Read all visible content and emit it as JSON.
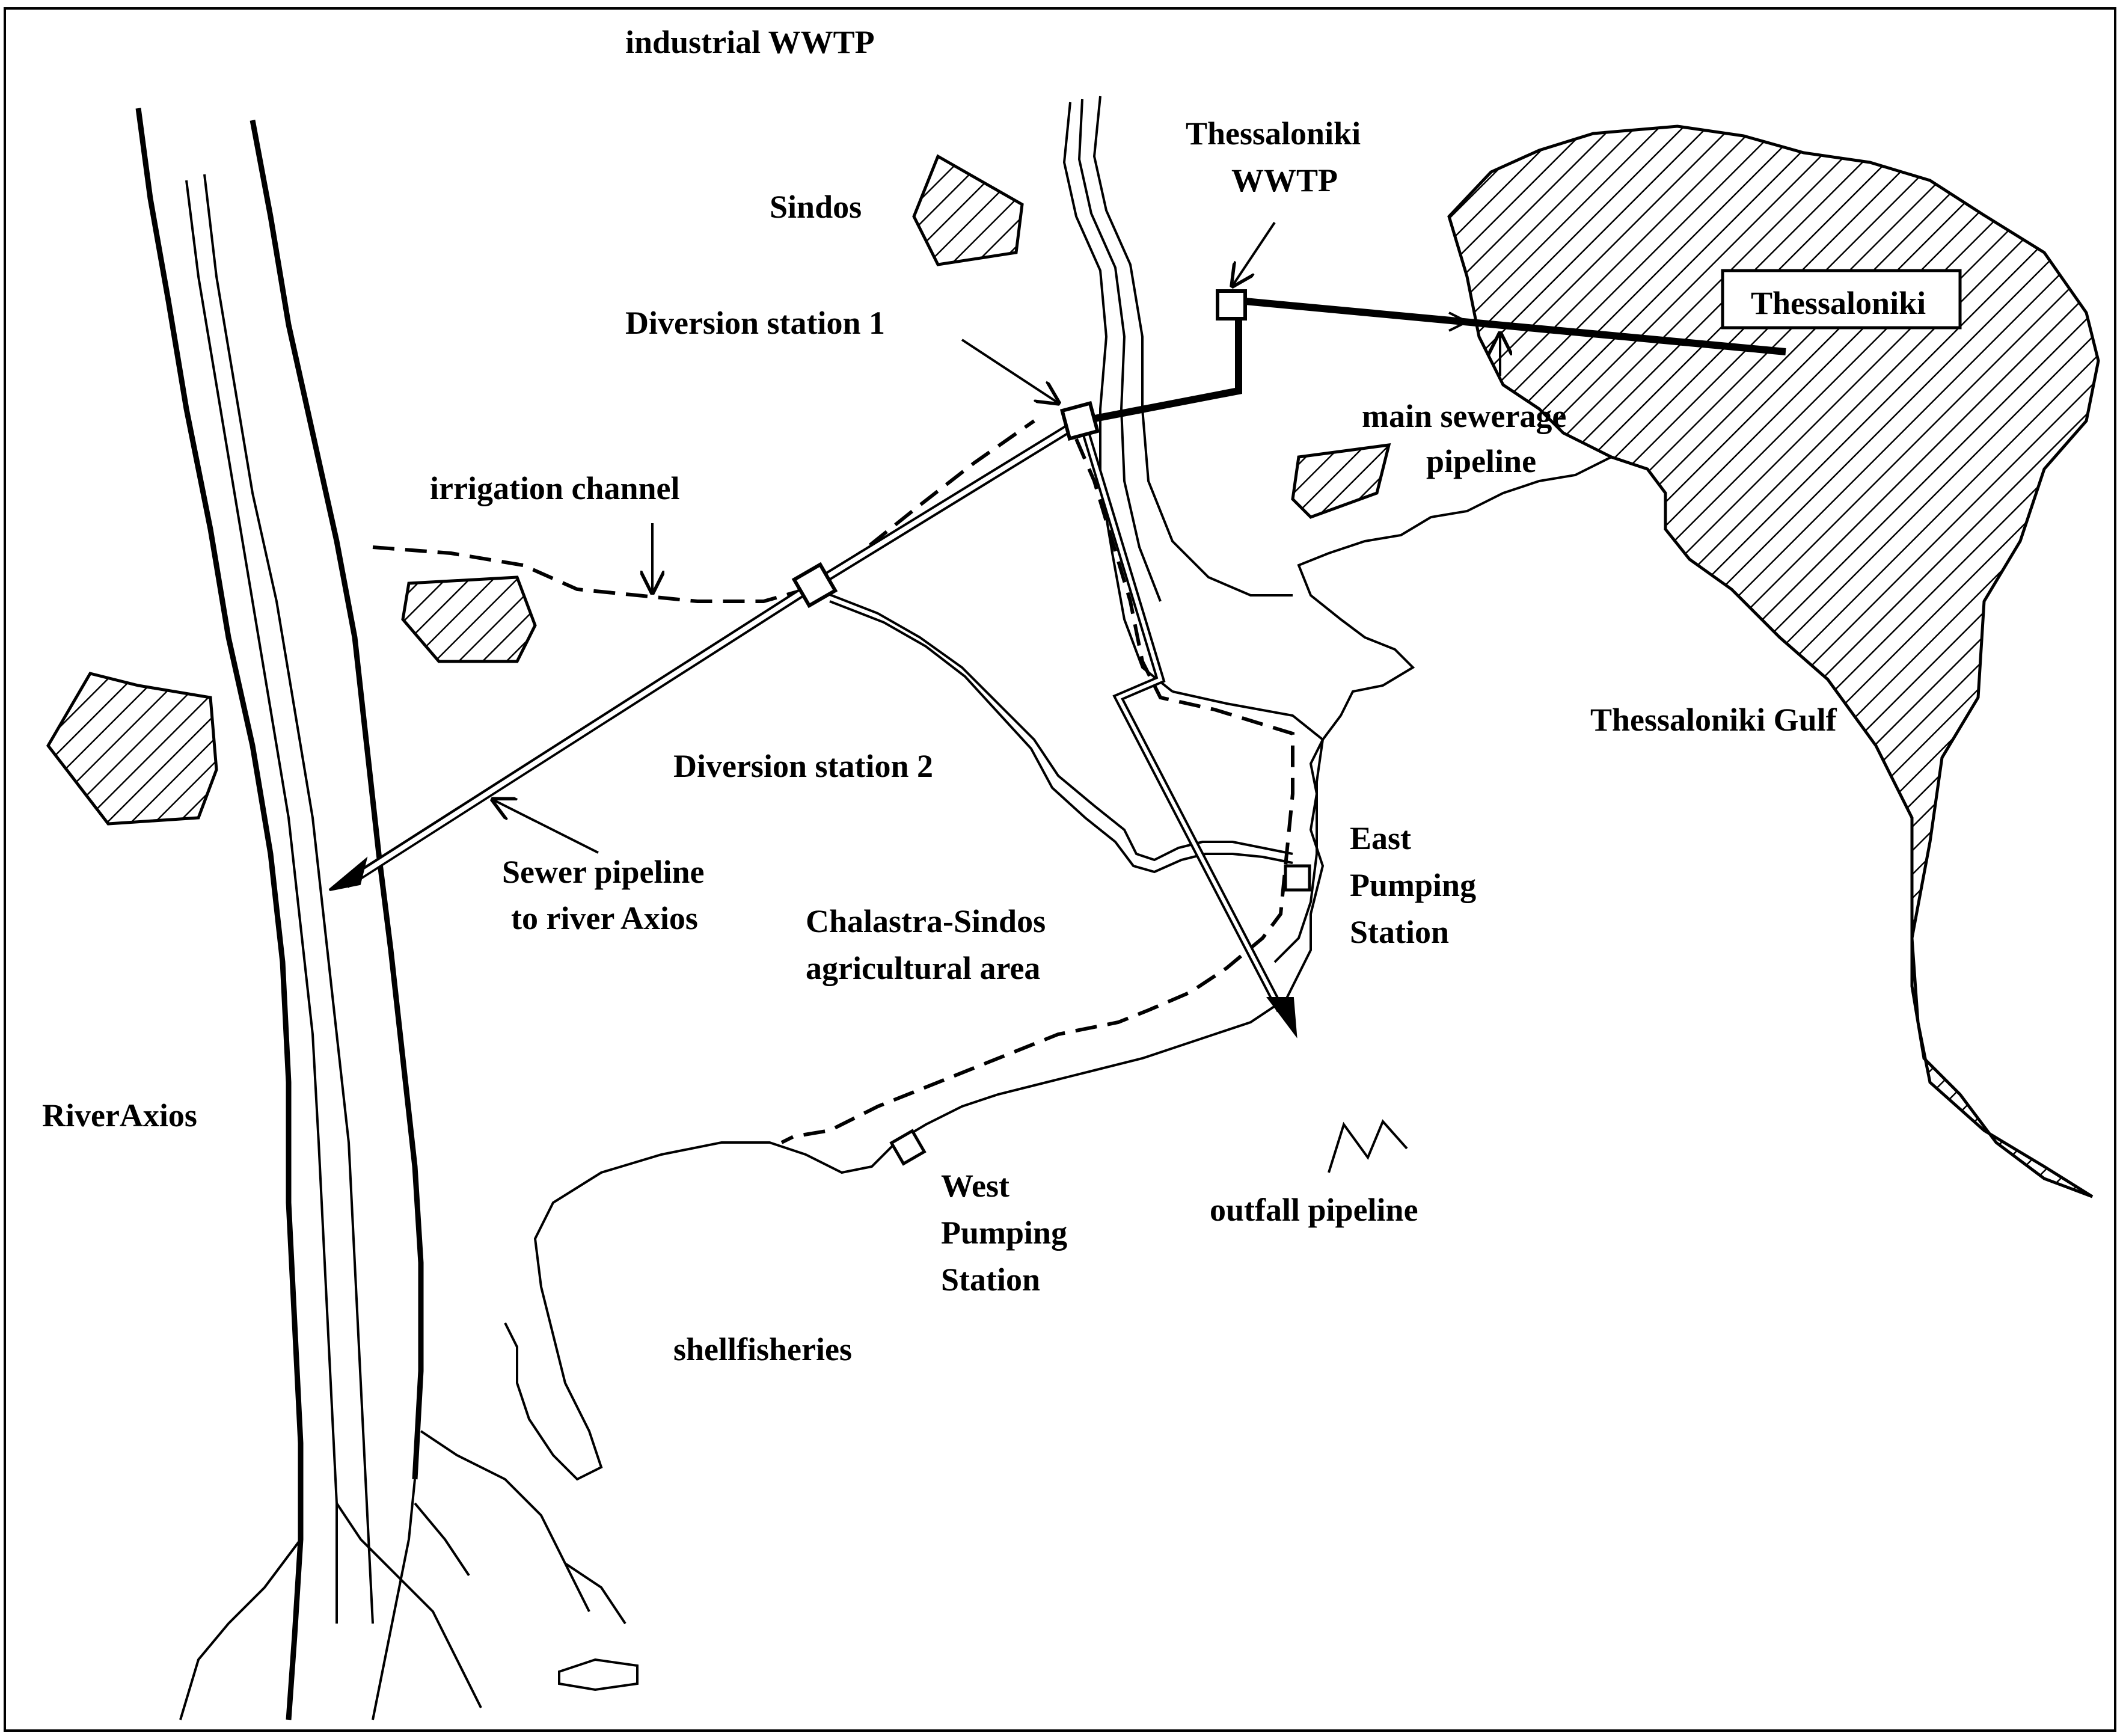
{
  "labels": {
    "industrial_wwtp": "industrial WWTP",
    "sindos": "Sindos",
    "thessaloniki_wwtp_line1": "Thessaloniki",
    "thessaloniki_wwtp_line2": "WWTP",
    "thessaloniki": "Thessaloniki",
    "diversion_station_1": "Diversion station 1",
    "main_sewerage_line1": "main sewerage",
    "main_sewerage_line2": "pipeline",
    "irrigation_channel": "irrigation channel",
    "thessaloniki_gulf": "Thessaloniki Gulf",
    "diversion_station_2": "Diversion station 2",
    "east_pumping_line1": "East",
    "east_pumping_line2": "Pumping",
    "east_pumping_line3": "Station",
    "sewer_pipeline_line1": "Sewer pipeline",
    "sewer_pipeline_line2": "to river Axios",
    "chalastra_line1": "Chalastra-Sindos",
    "chalastra_line2": "agricultural area",
    "river_axios": "RiverAxios",
    "west_pumping_line1": "West",
    "west_pumping_line2": "Pumping",
    "west_pumping_line3": "Station",
    "outfall_pipeline": "outfall pipeline",
    "shellfisheries": "shellfisheries"
  },
  "colors": {
    "ink": "#000000",
    "background": "#ffffff"
  }
}
